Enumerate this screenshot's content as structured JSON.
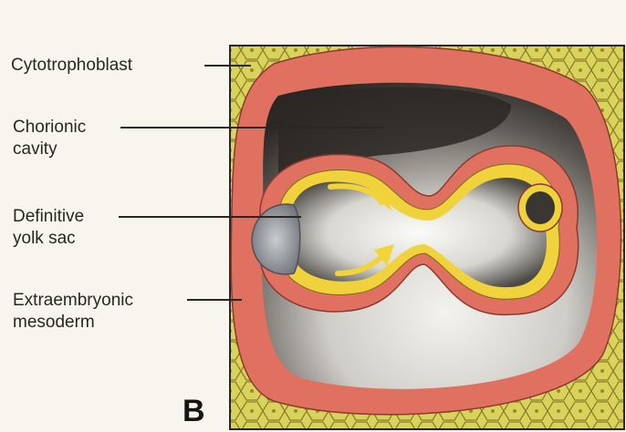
{
  "labels": {
    "cytotrophoblast": "Cytotrophoblast",
    "chorionic_cavity": "Chorionic\ncavity",
    "definitive_yolk_sac": "Definitive\nyolk sac",
    "extraembryonic_mesoderm": "Extraembryonic\nmesoderm"
  },
  "panel_letter": "B",
  "colors": {
    "background": "#f7f5ee",
    "cytotrophoblast": "#d8d35a",
    "mesoderm": "#e0705f",
    "cavity_dark": "#2f2c29",
    "cavity_light": "#f1f0ec",
    "yolk_sac_lining": "#f0d23c",
    "arrow": "#f2d43a",
    "leader_line": "#2a2723"
  }
}
